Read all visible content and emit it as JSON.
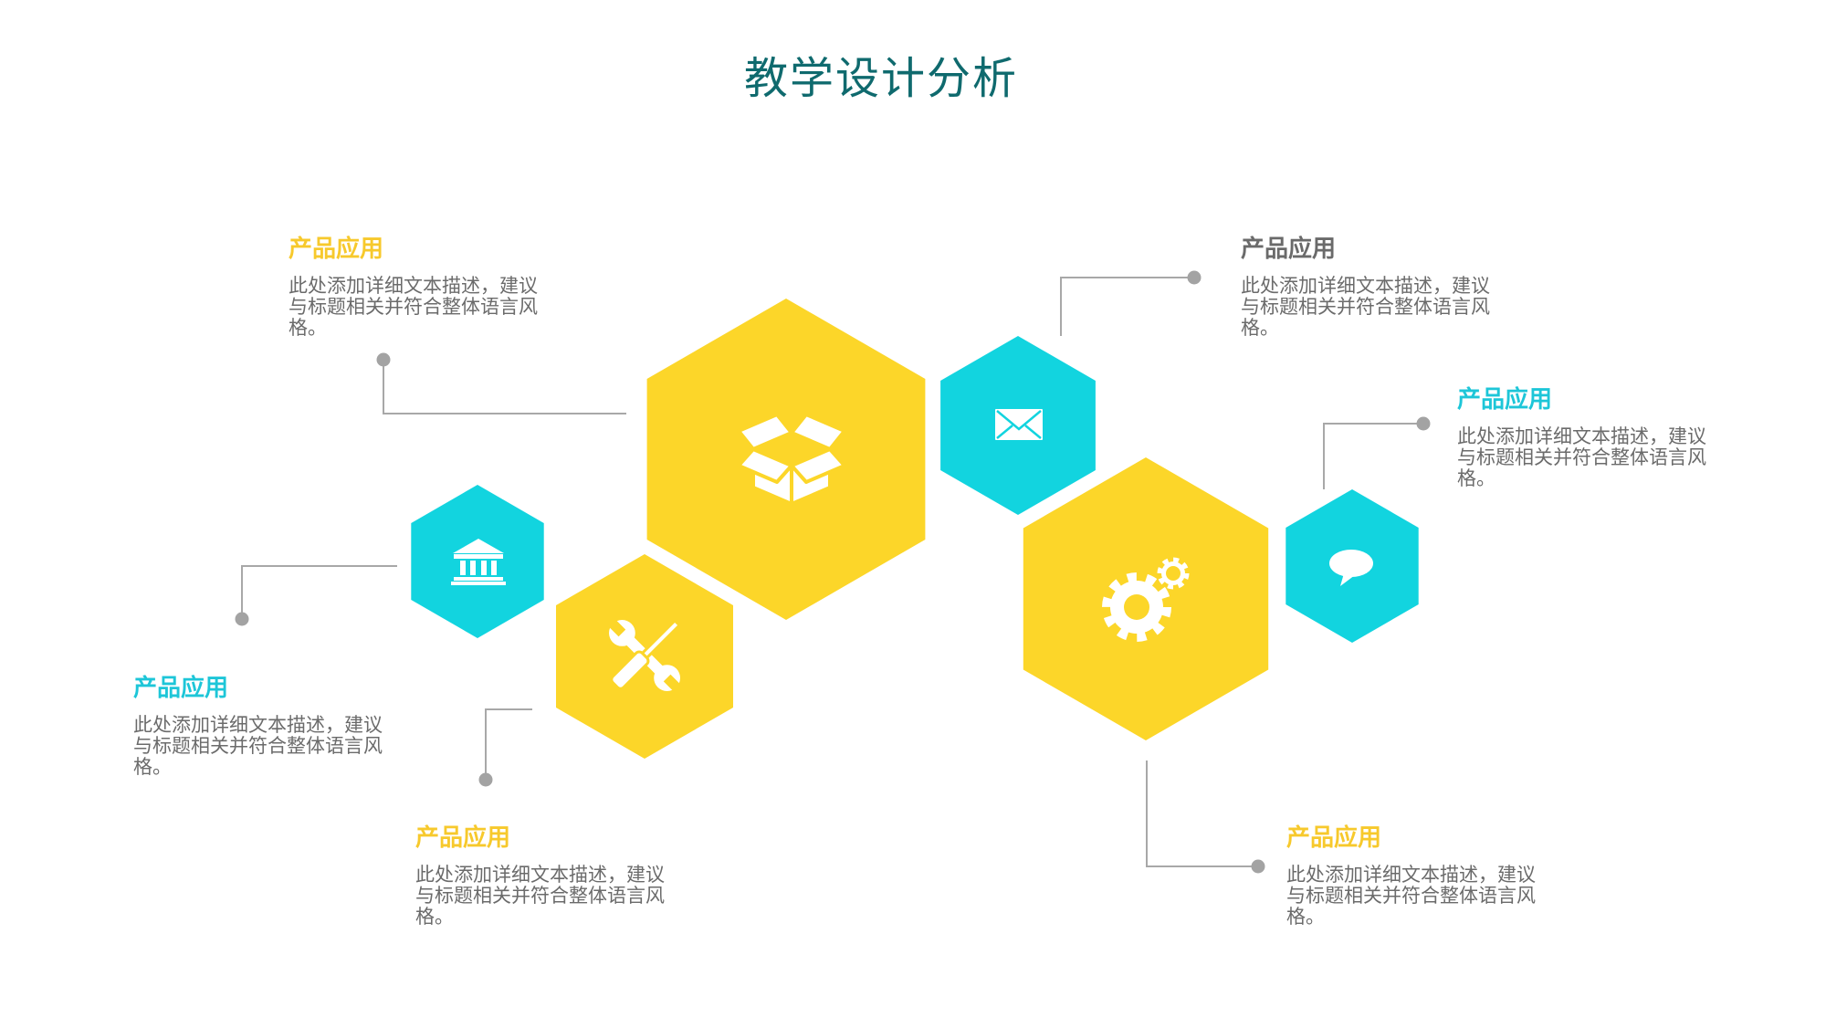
{
  "slide_title": "教学设计分析",
  "colors": {
    "title": "#0F6A6E",
    "body_text": "#6B6B6B",
    "connector": "#A8A8A8",
    "connector_dot": "#A3A3A3"
  },
  "hexagons": [
    {
      "icon": "open-box-icon",
      "fill": "#FCD629"
    },
    {
      "icon": "envelope-icon",
      "fill": "#12D4DF"
    },
    {
      "icon": "gears-icon",
      "fill": "#FCD629"
    },
    {
      "icon": "chat-bubble-icon",
      "fill": "#12D4DF"
    },
    {
      "icon": "bank-icon",
      "fill": "#12D4DF"
    },
    {
      "icon": "tools-icon",
      "fill": "#FCD629"
    }
  ],
  "items": [
    {
      "title": "产品应用",
      "title_color": "#F7C92C",
      "desc": "此处添加详细文本描述，建议与标题相关并符合整体语言风格。"
    },
    {
      "title": "产品应用",
      "title_color": "#6A6A6A",
      "desc": "此处添加详细文本描述，建议与标题相关并符合整体语言风格。"
    },
    {
      "title": "产品应用",
      "title_color": "#1DC6D8",
      "desc": "此处添加详细文本描述，建议与标题相关并符合整体语言风格。"
    },
    {
      "title": "产品应用",
      "title_color": "#1DC6D8",
      "desc": "此处添加详细文本描述，建议与标题相关并符合整体语言风格。"
    },
    {
      "title": "产品应用",
      "title_color": "#F7C92C",
      "desc": "此处添加详细文本描述，建议与标题相关并符合整体语言风格。"
    },
    {
      "title": "产品应用",
      "title_color": "#F7C92C",
      "desc": "此处添加详细文本描述，建议与标题相关并符合整体语言风格。"
    }
  ]
}
